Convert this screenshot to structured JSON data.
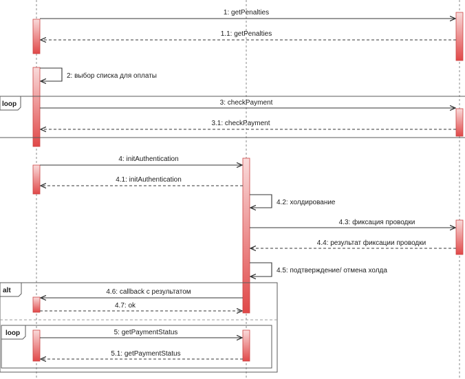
{
  "frames": {
    "loop_top_tag": "loop",
    "alt_tag": "alt",
    "loop_bottom_tag": "loop"
  },
  "messages": [
    {
      "id": "m1",
      "label": "1: getPenalties"
    },
    {
      "id": "m1_1",
      "label": "1.1: getPenalties"
    },
    {
      "id": "m2",
      "label": "2: выбор списка для оплаты"
    },
    {
      "id": "m3",
      "label": "3: checkPayment"
    },
    {
      "id": "m3_1",
      "label": "3.1: checkPayment"
    },
    {
      "id": "m4",
      "label": "4: initAuthentication"
    },
    {
      "id": "m4_1",
      "label": "4.1: initAuthentication"
    },
    {
      "id": "m4_2",
      "label": "4.2: холдирование"
    },
    {
      "id": "m4_3",
      "label": "4.3: фиксация проводки"
    },
    {
      "id": "m4_4",
      "label": "4.4: результат фиксации проводки"
    },
    {
      "id": "m4_5",
      "label": "4.5: подтверждение/ отмена холда"
    },
    {
      "id": "m4_6",
      "label": "4.6: callback с результатом"
    },
    {
      "id": "m4_7",
      "label": "4.7: ok"
    },
    {
      "id": "m5",
      "label": "5: getPaymentStatus"
    },
    {
      "id": "m5_1",
      "label": "5.1: getPaymentStatus"
    }
  ],
  "colors": {
    "activation_top": "#f7d0d0",
    "activation_bottom": "#e04848",
    "line": "#333333",
    "frame": "#5a5a5a"
  }
}
